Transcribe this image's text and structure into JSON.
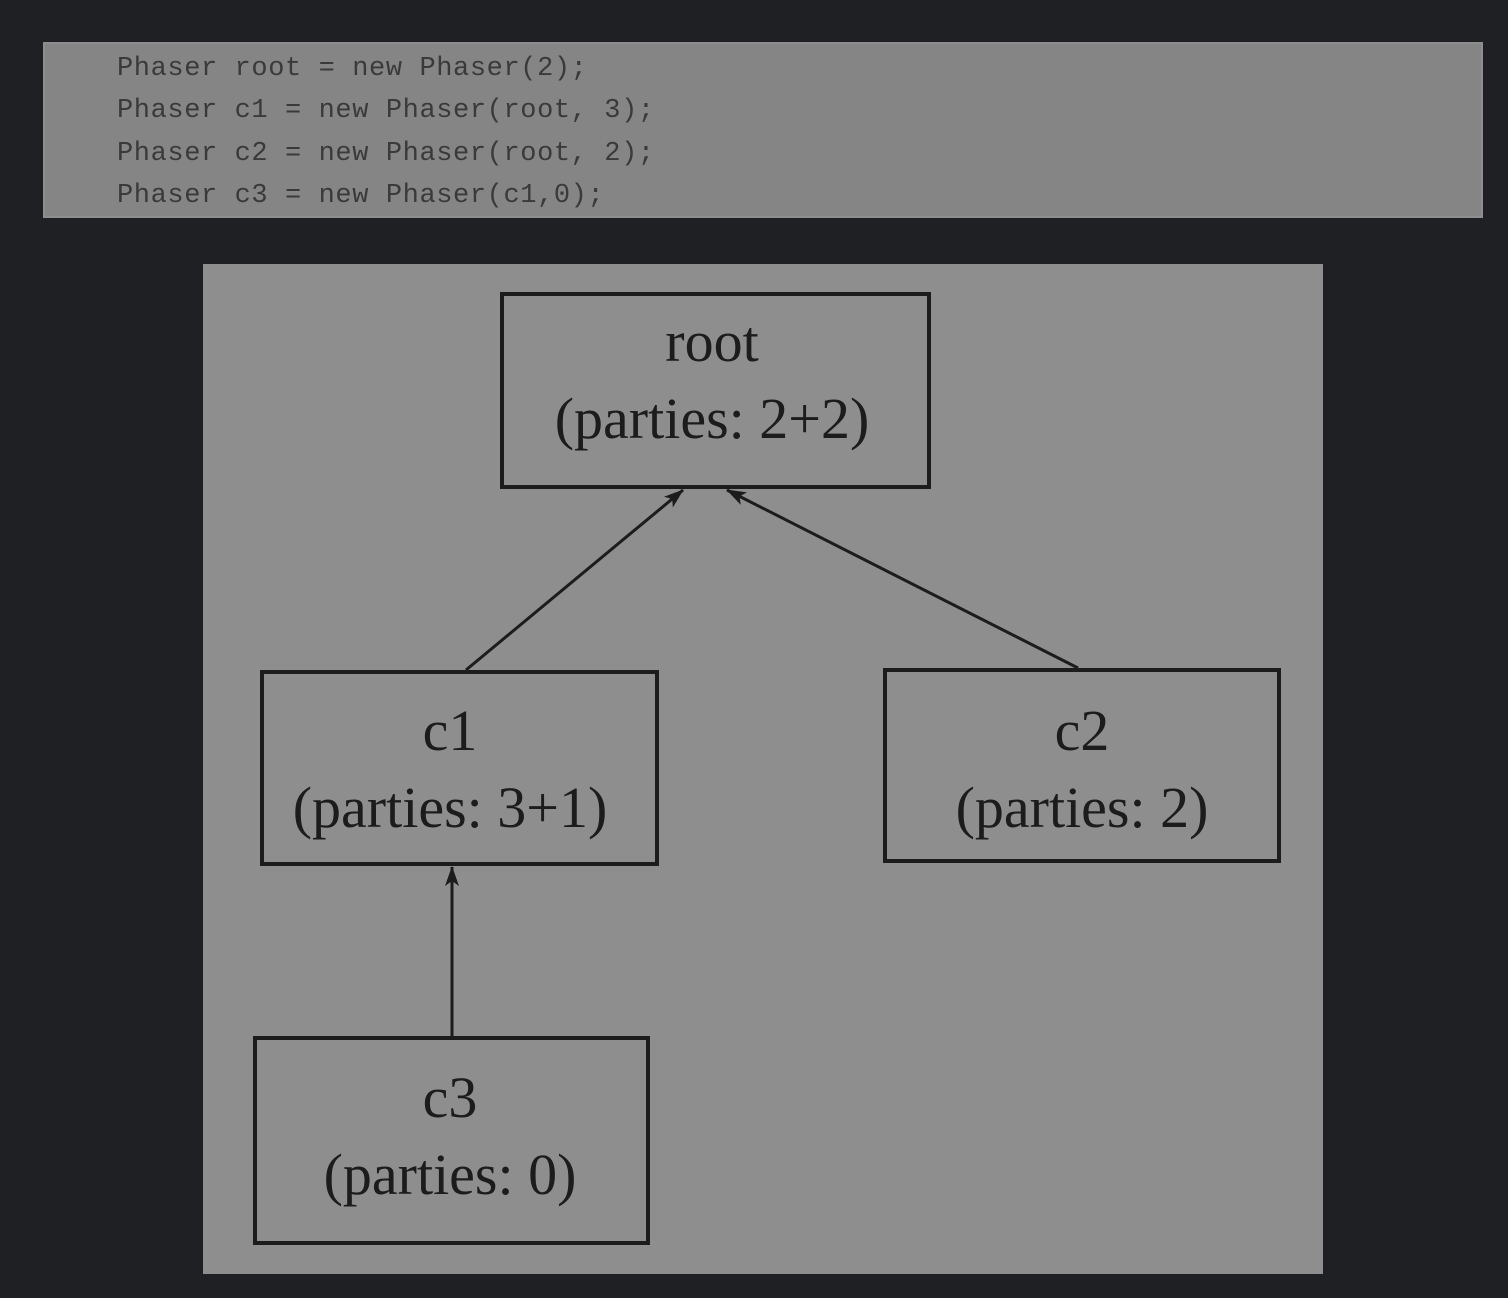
{
  "code": {
    "lines": [
      "Phaser root = new Phaser(2);",
      "Phaser c1 = new Phaser(root, 3);",
      "Phaser c2 = new Phaser(root, 2);",
      "Phaser c3 = new Phaser(c1,0);"
    ]
  },
  "diagram": {
    "nodes": [
      {
        "id": "root",
        "name": "root",
        "label": "(parties: 2+2)"
      },
      {
        "id": "c1",
        "name": "c1",
        "label": "(parties: 3+1)"
      },
      {
        "id": "c2",
        "name": "c2",
        "label": "(parties: 2)"
      },
      {
        "id": "c3",
        "name": "c3",
        "label": "(parties: 0)"
      }
    ],
    "edges": [
      {
        "from": "c1",
        "to": "root"
      },
      {
        "from": "c2",
        "to": "root"
      },
      {
        "from": "c3",
        "to": "c1"
      }
    ]
  },
  "colors": {
    "background": "#1f2023",
    "code_background": "#858585",
    "diagram_background": "#8e8e8e",
    "ink": "#1c1c1c"
  }
}
